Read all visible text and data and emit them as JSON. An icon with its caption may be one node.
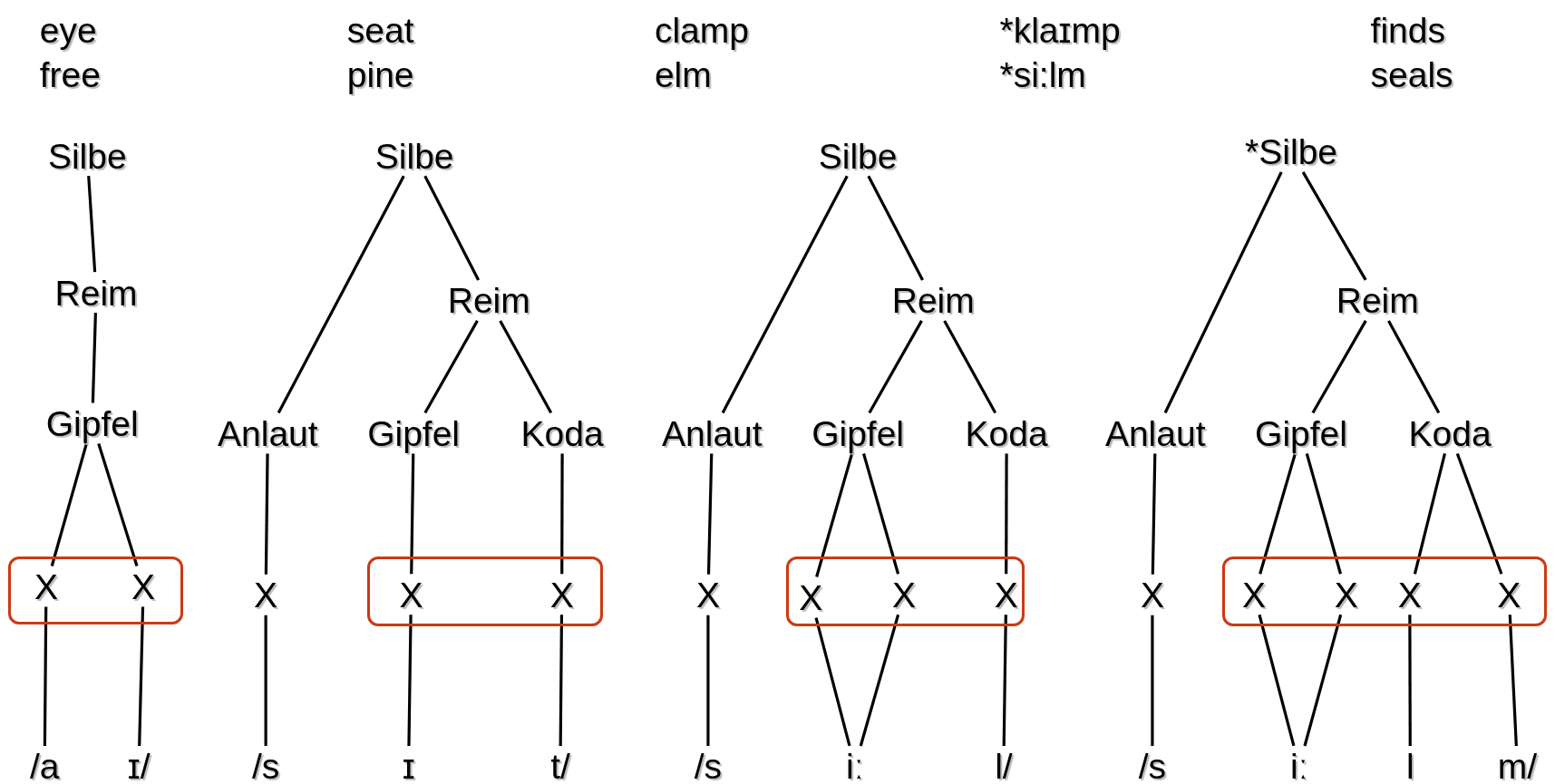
{
  "diagram": {
    "nodes": [
      {
        "text": [
          "Silbe"
        ]
      },
      {
        "text": [
          "Reim"
        ]
      },
      {
        "text": [
          "Gipfel"
        ]
      },
      {
        "text": [],
        "shape": "box"
      },
      {
        "text": [
          "X"
        ],
        "in": 3
      },
      {
        "text": [
          "X"
        ],
        "in": 3
      },
      {
        "text": [
          "/a"
        ]
      },
      {
        "text": [
          "ɪ/"
        ]
      },
      {
        "text": [
          "Silbe"
        ]
      },
      {
        "text": [
          "Reim"
        ]
      },
      {
        "text": [
          "Anlaut"
        ]
      },
      {
        "text": [
          "Gipfel"
        ]
      },
      {
        "text": [
          "Koda"
        ]
      },
      {
        "text": [
          "X"
        ]
      },
      {
        "text": [],
        "shape": "box"
      },
      {
        "text": [
          "X"
        ],
        "in": 14
      },
      {
        "text": [
          "X"
        ],
        "in": 14
      },
      {
        "text": [
          "/s"
        ]
      },
      {
        "text": [
          "ɪ"
        ]
      },
      {
        "text": [
          "t/"
        ]
      },
      {
        "text": [
          "Silbe"
        ]
      },
      {
        "text": [
          "Reim"
        ]
      },
      {
        "text": [
          "Anlaut"
        ]
      },
      {
        "text": [
          "Gipfel"
        ]
      },
      {
        "text": [
          "Koda"
        ]
      },
      {
        "text": [
          "X"
        ]
      },
      {
        "text": [],
        "shape": "box"
      },
      {
        "text": [
          "X"
        ],
        "in": 26
      },
      {
        "text": [
          "X"
        ],
        "in": 26
      },
      {
        "text": [
          "X"
        ],
        "in": 26
      },
      {
        "text": [
          "/s"
        ]
      },
      {
        "text": [
          "iː"
        ]
      },
      {
        "text": [
          "l/"
        ]
      },
      {
        "text": [
          "*Silbe"
        ]
      },
      {
        "text": [
          "Reim"
        ]
      },
      {
        "text": [
          "Anlaut"
        ]
      },
      {
        "text": [
          "Gipfel"
        ]
      },
      {
        "text": [
          "Koda"
        ]
      },
      {
        "text": [
          "X"
        ]
      },
      {
        "text": [],
        "shape": "box"
      },
      {
        "text": [
          "X"
        ],
        "in": 39
      },
      {
        "text": [
          "X"
        ],
        "in": 39
      },
      {
        "text": [
          "X"
        ],
        "in": 39
      },
      {
        "text": [
          "X"
        ],
        "in": 39
      },
      {
        "text": [
          "/s"
        ]
      },
      {
        "text": [
          "iː"
        ]
      },
      {
        "text": [
          "l"
        ]
      },
      {
        "text": [
          "m/"
        ]
      }
    ],
    "edges": [
      {
        "from": 0,
        "to": 1,
        "arrow": "none"
      },
      {
        "from": 1,
        "to": 2,
        "arrow": "none"
      },
      {
        "from": 2,
        "to": 4,
        "arrow": "none"
      },
      {
        "from": 2,
        "to": 5,
        "arrow": "none"
      },
      {
        "from": 4,
        "to": 6,
        "arrow": "none"
      },
      {
        "from": 5,
        "to": 7,
        "arrow": "none"
      },
      {
        "from": 8,
        "to": 10,
        "arrow": "none"
      },
      {
        "from": 8,
        "to": 9,
        "arrow": "none"
      },
      {
        "from": 9,
        "to": 11,
        "arrow": "none"
      },
      {
        "from": 9,
        "to": 12,
        "arrow": "none"
      },
      {
        "from": 10,
        "to": 13,
        "arrow": "none"
      },
      {
        "from": 11,
        "to": 15,
        "arrow": "none"
      },
      {
        "from": 12,
        "to": 16,
        "arrow": "none"
      },
      {
        "from": 13,
        "to": 17,
        "arrow": "none"
      },
      {
        "from": 15,
        "to": 18,
        "arrow": "none"
      },
      {
        "from": 16,
        "to": 19,
        "arrow": "none"
      },
      {
        "from": 20,
        "to": 22,
        "arrow": "none"
      },
      {
        "from": 20,
        "to": 21,
        "arrow": "none"
      },
      {
        "from": 21,
        "to": 23,
        "arrow": "none"
      },
      {
        "from": 21,
        "to": 24,
        "arrow": "none"
      },
      {
        "from": 22,
        "to": 25,
        "arrow": "none"
      },
      {
        "from": 23,
        "to": 27,
        "arrow": "none"
      },
      {
        "from": 23,
        "to": 28,
        "arrow": "none"
      },
      {
        "from": 24,
        "to": 29,
        "arrow": "none"
      },
      {
        "from": 25,
        "to": 30,
        "arrow": "none"
      },
      {
        "from": 27,
        "to": 31,
        "arrow": "none"
      },
      {
        "from": 28,
        "to": 31,
        "arrow": "none"
      },
      {
        "from": 29,
        "to": 32,
        "arrow": "none"
      },
      {
        "from": 33,
        "to": 35,
        "arrow": "none"
      },
      {
        "from": 33,
        "to": 34,
        "arrow": "none"
      },
      {
        "from": 34,
        "to": 36,
        "arrow": "none"
      },
      {
        "from": 34,
        "to": 37,
        "arrow": "none"
      },
      {
        "from": 35,
        "to": 38,
        "arrow": "none"
      },
      {
        "from": 36,
        "to": 40,
        "arrow": "none"
      },
      {
        "from": 36,
        "to": 41,
        "arrow": "none"
      },
      {
        "from": 37,
        "to": 42,
        "arrow": "none"
      },
      {
        "from": 37,
        "to": 43,
        "arrow": "none"
      },
      {
        "from": 38,
        "to": 44,
        "arrow": "none"
      },
      {
        "from": 40,
        "to": 45,
        "arrow": "none"
      },
      {
        "from": 41,
        "to": 45,
        "arrow": "none"
      },
      {
        "from": 42,
        "to": 46,
        "arrow": "none"
      },
      {
        "from": 43,
        "to": 47,
        "arrow": "none"
      }
    ],
    "labels": [
      "eye",
      "seat",
      "clamp",
      "*klaɪmp",
      "finds",
      "free",
      "pine",
      "elm",
      "*si:lm",
      "seals"
    ]
  }
}
